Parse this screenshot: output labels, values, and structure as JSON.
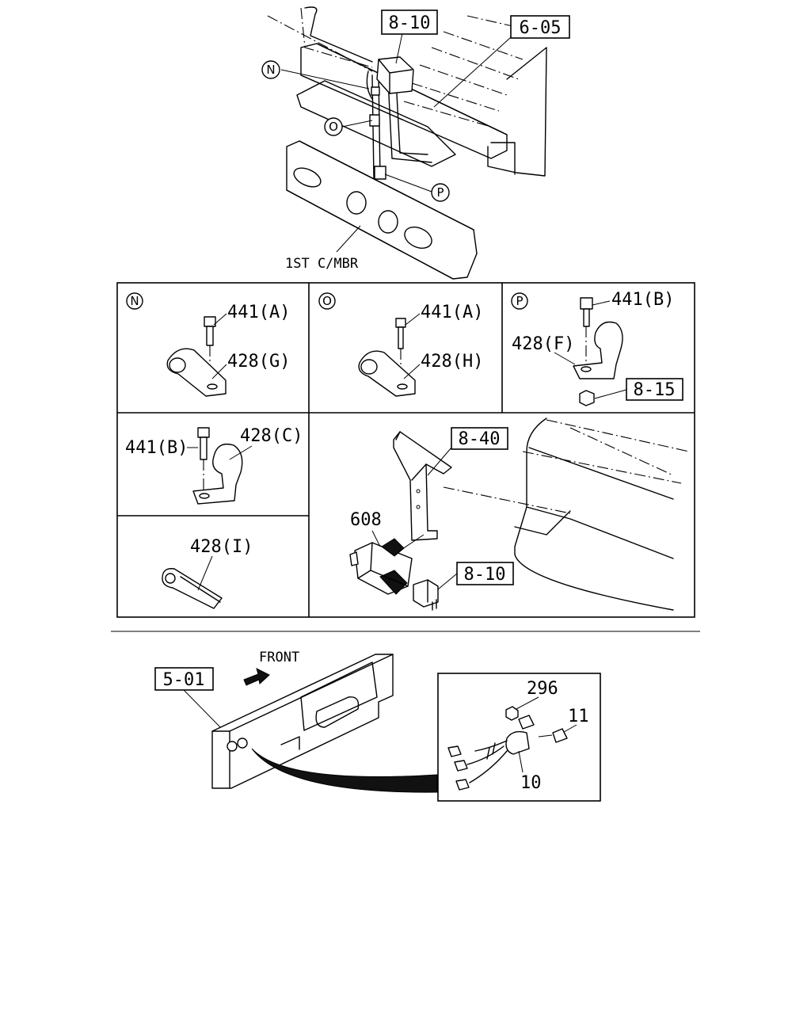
{
  "top_view": {
    "ref_8_10_top": "8-10",
    "ref_6_05": "6-05",
    "callout_n": "N",
    "callout_o": "O",
    "callout_p": "P",
    "crossmember_label": "1ST C/MBR"
  },
  "detail_panels": {
    "panel_n": {
      "tag": "N",
      "bolt": "441(A)",
      "clip": "428(G)"
    },
    "panel_o": {
      "tag": "O",
      "bolt": "441(A)",
      "clip": "428(H)"
    },
    "panel_p": {
      "tag": "P",
      "bolt": "441(B)",
      "clip": "428(F)",
      "nut_ref": "8-15"
    },
    "panel_c": {
      "bolt": "441(B)",
      "clip": "428(C)"
    },
    "panel_i": {
      "clip": "428(I)"
    },
    "panel_sensor": {
      "bracket_ref": "8-40",
      "sensor": "608",
      "connector_ref": "8-10"
    }
  },
  "bottom_view": {
    "front_label": "FRONT",
    "frame_ref": "5-01",
    "nut": "296",
    "bolt": "11",
    "switch": "10"
  }
}
